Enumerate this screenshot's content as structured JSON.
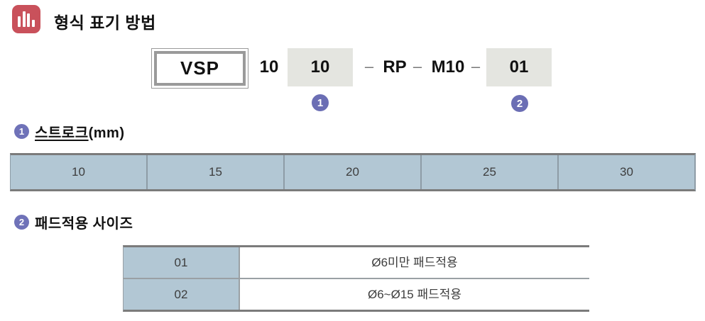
{
  "header": {
    "title": "형식 표기 방법",
    "icon": "bar-chart-icon",
    "icon_color": "#c9515b"
  },
  "colors": {
    "accent_red": "#c9515b",
    "marker_purple": "#6b6eb4",
    "cell_blue": "#b2c7d4",
    "shaded_box_gray": "#e4e5e0",
    "border_dark": "#7b7b7b"
  },
  "model_code": {
    "prefix": "VSP",
    "bore": "10",
    "stroke": "10",
    "dash": "–",
    "type": "RP",
    "thread": "M10",
    "pad": "01",
    "marker1": "1",
    "marker2": "2"
  },
  "section_stroke": {
    "marker": "1",
    "title_underlined": "스트로크",
    "title_suffix": "(mm)",
    "values": [
      "10",
      "15",
      "20",
      "25",
      "30"
    ]
  },
  "section_pad": {
    "marker": "2",
    "title": "패드적용 사이즈",
    "rows": [
      {
        "code": "01",
        "desc": "Ø6미만 패드적용"
      },
      {
        "code": "02",
        "desc": "Ø6~Ø15 패드적용"
      }
    ]
  }
}
